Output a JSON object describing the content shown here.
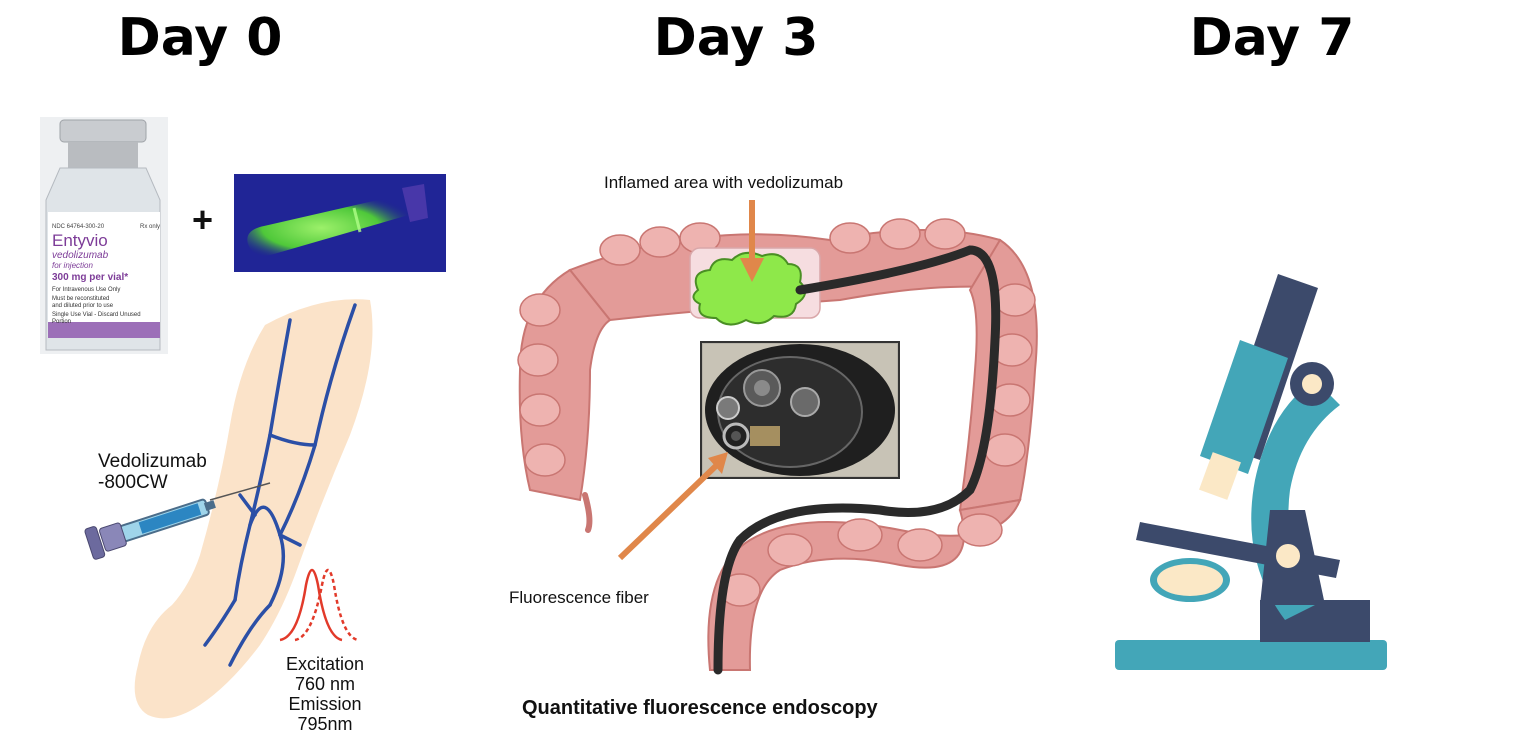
{
  "days": {
    "day0": "Day 0",
    "day3": "Day 3",
    "day7": "Day 7"
  },
  "vial": {
    "ndc": "NDC 64764-300-20",
    "rx": "Rx only",
    "brand": "Entyvio",
    "generic": "vedolizumab",
    "for_injection": "for injection",
    "dose": "300 mg per vial*",
    "route": "For Intravenous Use Only",
    "reconstitute_1": "Must be reconstituted",
    "reconstitute_2": "and diluted prior to use",
    "single_use_1": "Single Use Vial - Discard Unused",
    "single_use_2": "Portion"
  },
  "plus": "+",
  "labels": {
    "vedolizumab_1": "Vedolizumab",
    "vedolizumab_2": "-800CW",
    "excitation": "Excitation",
    "excitation_nm": "760 nm",
    "emission": "Emission",
    "emission_nm": "795nm",
    "inflamed": "Inflamed area with vedolizumab",
    "fiber": "Fluorescence fiber",
    "qfe": "Quantitative fluorescence endoscopy"
  },
  "colors": {
    "skin": "#fbe3c9",
    "vein": "#2b4fa6",
    "colon": "#e39b98",
    "colon_dark": "#c97672",
    "endoscope": "#2a2a2a",
    "arrow": "#e0874a",
    "inflammation": "#8ee84a",
    "spectrum": "#e23a2a",
    "microscope_teal": "#43a6b8",
    "microscope_navy": "#3c4a6b",
    "tube_glow": "#7fe85a",
    "tube_bg": "#1a1e8a"
  }
}
